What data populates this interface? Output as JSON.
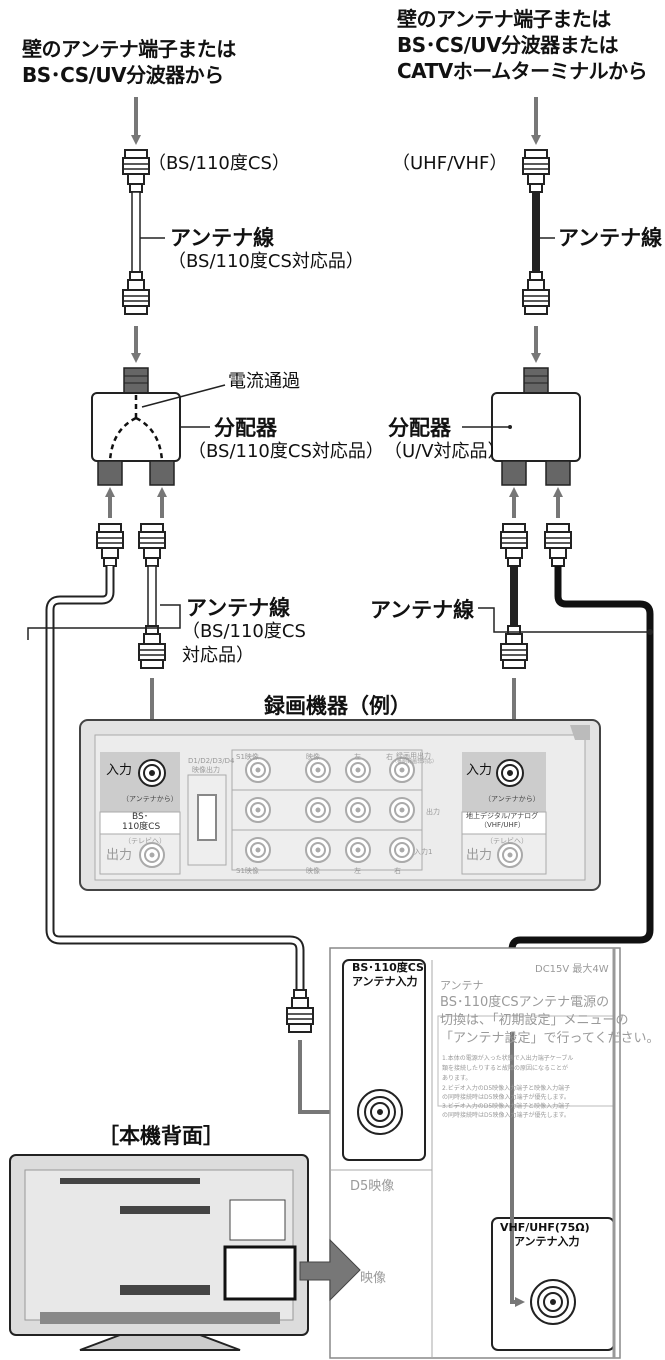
{
  "left_source": {
    "line1": "壁のアンテナ端子または",
    "line2": "BS･CS/UV分波器から"
  },
  "right_source": {
    "line1": "壁のアンテナ端子または",
    "line2": "BS･CS/UV分波器または",
    "line3": "CATVホームターミナルから"
  },
  "left_plug_label": "（BS/110度CS）",
  "right_plug_label": "（UHF/VHF）",
  "left_cable": {
    "title": "アンテナ線",
    "sub": "（BS/110度CS対応品）"
  },
  "right_cable": {
    "title": "アンテナ線"
  },
  "current_pass": "電流通過",
  "left_splitter": {
    "title": "分配器",
    "sub": "（BS/110度CS対応品）"
  },
  "right_splitter": {
    "title": "分配器",
    "sub": "（U/V対応品）"
  },
  "left_out_cable": {
    "title": "アンテナ線",
    "sub1": "（BS/110度CS",
    "sub2": "対応品）"
  },
  "right_out_cable": {
    "title": "アンテナ線"
  },
  "recorder": {
    "title": "録画機器（例）",
    "left": {
      "in_label": "入力",
      "in_note": "（アンテナから）",
      "name1": "BS･",
      "name2": "110度CS",
      "out_note": "（テレビへ）",
      "out_label": "出力"
    },
    "right": {
      "in_label": "入力",
      "in_note": "（アンテナから）",
      "name1": "地上デジタル/アナログ",
      "name2": "（VHF/UHF）",
      "out_note": "（テレビへ）",
      "out_label": "出力"
    },
    "d_label1": "D1/D2/D3/D4",
    "d_label2": "映像出力",
    "s1": "S1映像",
    "video": "映像",
    "left_ch": "左",
    "right_ch": "右",
    "rec_out1": "録画用出力",
    "rec_out2": "（番組録画非対応）",
    "out": "出力",
    "in1": "入力1",
    "s1b": "S1映像",
    "videob": "映像",
    "leftb": "左",
    "rightb": "右"
  },
  "tv_back": "［本機背面］",
  "panel": {
    "bs_input1": "BS･110度CS",
    "bs_input2": "アンテナ入力",
    "antenna_small": "アンテナ",
    "dc": "DC15V 最大4W",
    "notice1": "BS･110度CSアンテナ電源の",
    "notice2": "切換は、「初期設定」メニューの",
    "notice3": "「アンテナ設定」で行ってください。",
    "warn1": "1.本体の電源が入った状態で入出力端子ケーブル",
    "warn2": "類を接続したりすると故障の原因になることが",
    "warn3": "あります。",
    "warn4": "2.ビデオ入力のD5映像入力端子と映像入力端子",
    "warn5": "の同時接続時はD5映像入力端子が優先します。",
    "warn6": "3.ビデオ入力のD5映像入力端子と映像入力端子",
    "warn7": "の同時接続時はD5映像入力端子が優先します。",
    "d5": "D5映像",
    "video": "映像",
    "vhf1": "VHF/UHF(75Ω)",
    "vhf2": "アンテナ入力"
  }
}
